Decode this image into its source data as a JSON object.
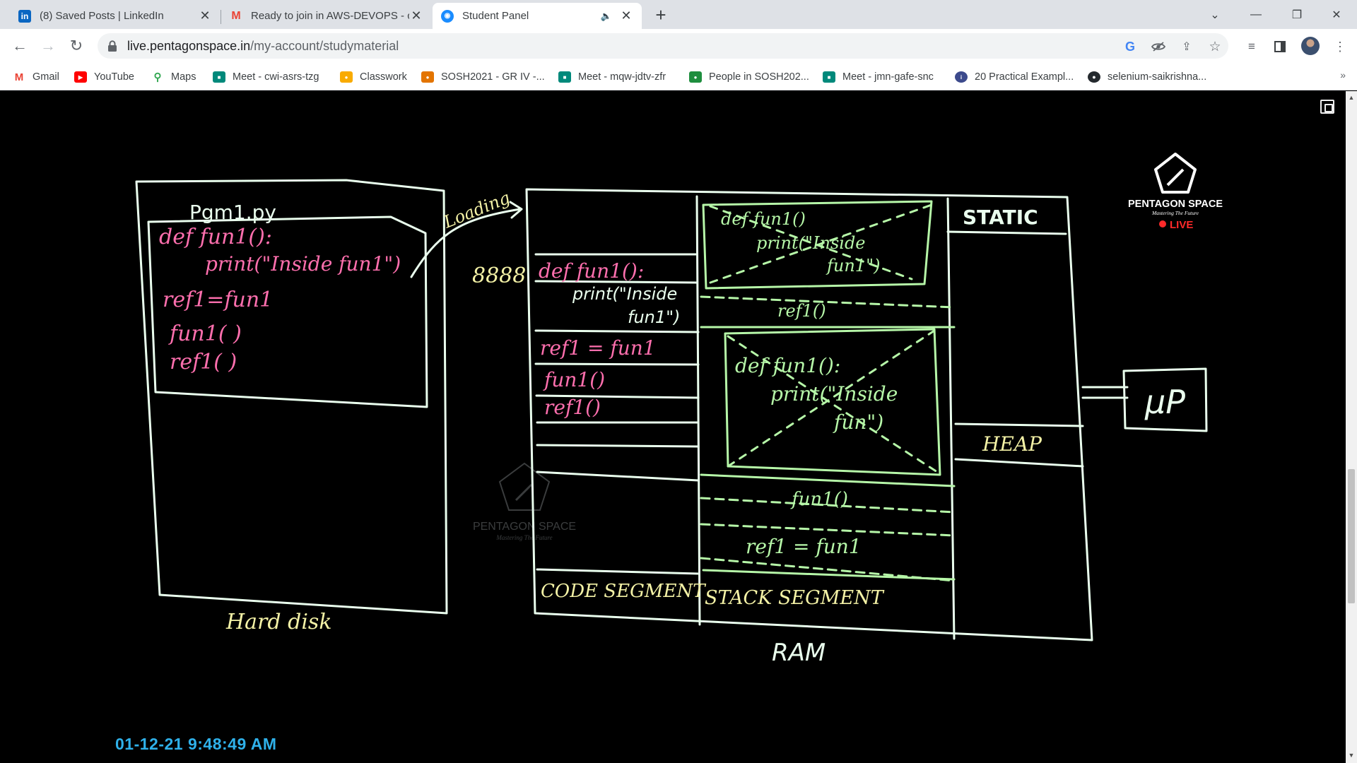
{
  "browser": {
    "tabs": [
      {
        "title": "(8) Saved Posts | LinkedIn",
        "icon": "linkedin-icon",
        "active": false
      },
      {
        "title": "Ready to join in AWS-DEVOPS - c",
        "icon": "gmail-icon",
        "active": false
      },
      {
        "title": "Student Panel",
        "icon": "pentagon-space-icon",
        "active": true
      }
    ],
    "url_host": "live.pentagonspace.in",
    "url_path": "/my-account/studymaterial",
    "bookmarks": [
      {
        "label": "Gmail",
        "icon": "gmail-icon",
        "color": "#ea4335"
      },
      {
        "label": "YouTube",
        "icon": "youtube-icon",
        "color": "#ff0000"
      },
      {
        "label": "Maps",
        "icon": "maps-icon",
        "color": "#34a853"
      },
      {
        "label": "Meet - cwi-asrs-tzg",
        "icon": "meet-icon",
        "color": "#00897b"
      },
      {
        "label": "Classwork",
        "icon": "classroom-icon",
        "color": "#f9ab00"
      },
      {
        "label": "SOSH2021 - GR IV -...",
        "icon": "classroom-icon",
        "color": "#e37400"
      },
      {
        "label": "Meet - mqw-jdtv-zfr",
        "icon": "meet-icon",
        "color": "#00897b"
      },
      {
        "label": "People in SOSH202...",
        "icon": "classroom-icon",
        "color": "#1e8e3e"
      },
      {
        "label": "Meet - jmn-gafe-snc",
        "icon": "meet-icon",
        "color": "#00897b"
      },
      {
        "label": "20 Practical Exampl...",
        "icon": "site-icon",
        "color": "#3c4a8c"
      },
      {
        "label": "selenium-saikrishna...",
        "icon": "github-icon",
        "color": "#24292e"
      }
    ],
    "bookmarks_more": "»"
  },
  "video": {
    "timestamp": "01-12-21 9:48:49 AM",
    "watermark_brand": "PENTAGON SPACE",
    "watermark_tagline": "Mastering The Future",
    "live_label": "LIVE",
    "board": {
      "hard_disk_file": "Pgm1.py",
      "hard_disk_code": [
        "def fun1():",
        "print(\"Inside fun1\")",
        "ref1=fun1",
        "fun1( )",
        "ref1( )"
      ],
      "hard_disk_label": "Hard disk",
      "loading_label": "Loading",
      "address": "8888",
      "code_segment_lines": [
        "def fun1():",
        "print(\"Inside",
        "fun1\")",
        "ref1 = fun1",
        "fun1()",
        "ref1()"
      ],
      "code_segment_label": "CODE SEGMENT",
      "stack_frame_top": [
        "def fun1()",
        "print(\"Inside",
        "fun1\")"
      ],
      "stack_ref_call": "ref1()",
      "stack_frame_mid": [
        "def fun1():",
        "print(\"Inside",
        "fun\")"
      ],
      "stack_fun_call": "fun1()",
      "stack_assign": "ref1 = fun1",
      "stack_segment_label": "STACK SEGMENT",
      "static_label": "STATIC",
      "heap_label": "HEAP",
      "ram_label": "RAM",
      "processor_label": "μP"
    }
  },
  "colors": {
    "chalk_white": "#eaffee",
    "chalk_pink": "#ff6fae",
    "chalk_yellow": "#f4f2a6",
    "chalk_green": "#b6f7a8",
    "live_red": "#ff2a2a",
    "timestamp_blue": "#2fb1ea"
  }
}
